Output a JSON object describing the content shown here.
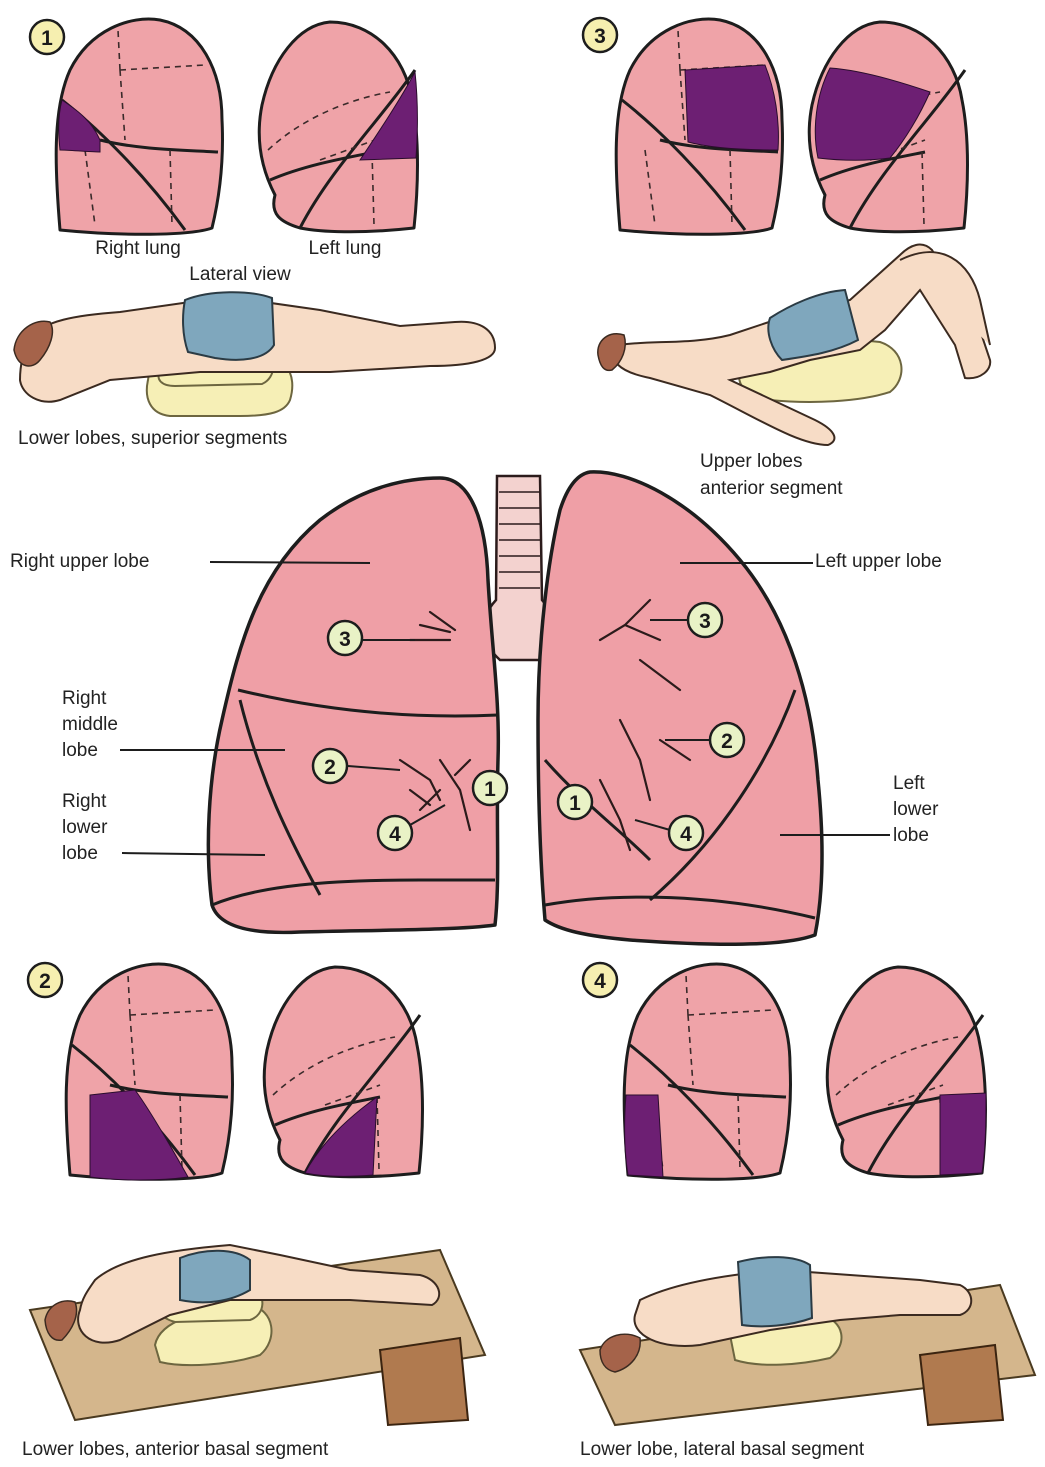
{
  "positions": [
    {
      "number": "1",
      "caption": "Lower lobes, superior segments",
      "lung_labels": {
        "right": "Right lung",
        "left": "Left lung",
        "view": "Lateral view"
      }
    },
    {
      "number": "3",
      "caption_line1": "Upper lobes",
      "caption_line2": "anterior segment"
    },
    {
      "number": "2",
      "caption": "Lower lobes, anterior basal segment"
    },
    {
      "number": "4",
      "caption": "Lower lobe, lateral basal segment"
    }
  ],
  "center": {
    "right_upper_lobe": "Right upper lobe",
    "left_upper_lobe": "Left upper lobe",
    "right_middle_lobe": [
      "Right",
      "middle",
      "lobe"
    ],
    "right_lower_lobe": [
      "Right",
      "lower",
      "lobe"
    ],
    "left_lower_lobe": [
      "Left",
      "lower",
      "lobe"
    ],
    "markers": {
      "m1a": "1",
      "m1b": "1",
      "m2a": "2",
      "m2b": "2",
      "m3a": "3",
      "m3b": "3",
      "m4a": "4",
      "m4b": "4"
    }
  },
  "colors": {
    "lung": "#efa3a8",
    "segment": "#6d1f73",
    "badge_yellow": "#f6efb0",
    "badge_green": "#e9f2c6",
    "shorts": "#7fa7bd"
  }
}
